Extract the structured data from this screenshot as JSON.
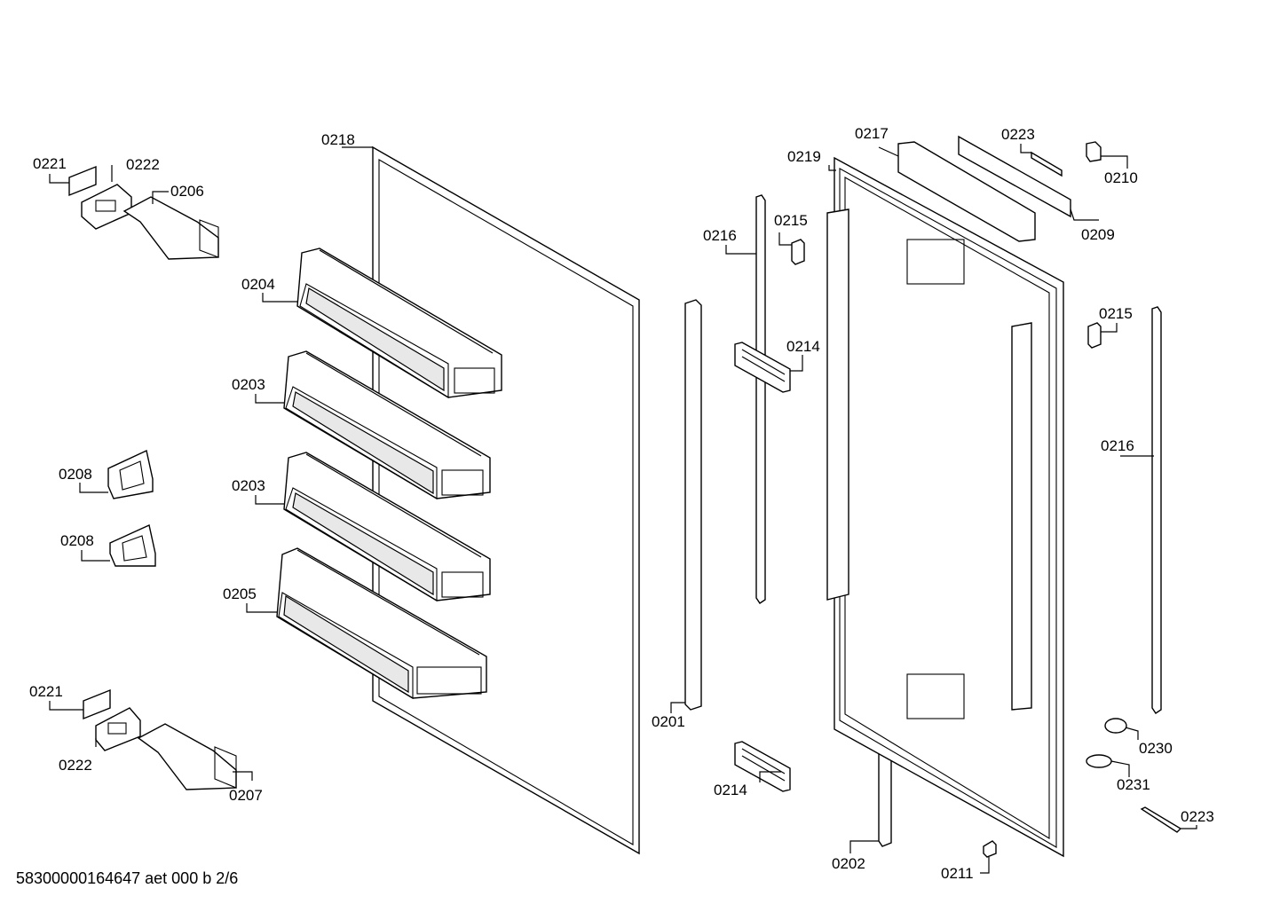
{
  "footer": {
    "doc_code": "58300000164647 aet 000 b 2/6"
  },
  "callouts": {
    "c0221a": "0221",
    "c0222a": "0222",
    "c0206": "0206",
    "c0218": "0218",
    "c0204": "0204",
    "c0203a": "0203",
    "c0203b": "0203",
    "c0205": "0205",
    "c0208a": "0208",
    "c0208b": "0208",
    "c0221b": "0221",
    "c0222b": "0222",
    "c0207": "0207",
    "c0201": "0201",
    "c0216a": "0216",
    "c0215a": "0215",
    "c0214a": "0214",
    "c0214b": "0214",
    "c0219": "0219",
    "c0217": "0217",
    "c0223a": "0223",
    "c0210": "0210",
    "c0209": "0209",
    "c0215b": "0215",
    "c0216b": "0216",
    "c0230": "0230",
    "c0231": "0231",
    "c0223b": "0223",
    "c0202": "0202",
    "c0211": "0211"
  }
}
